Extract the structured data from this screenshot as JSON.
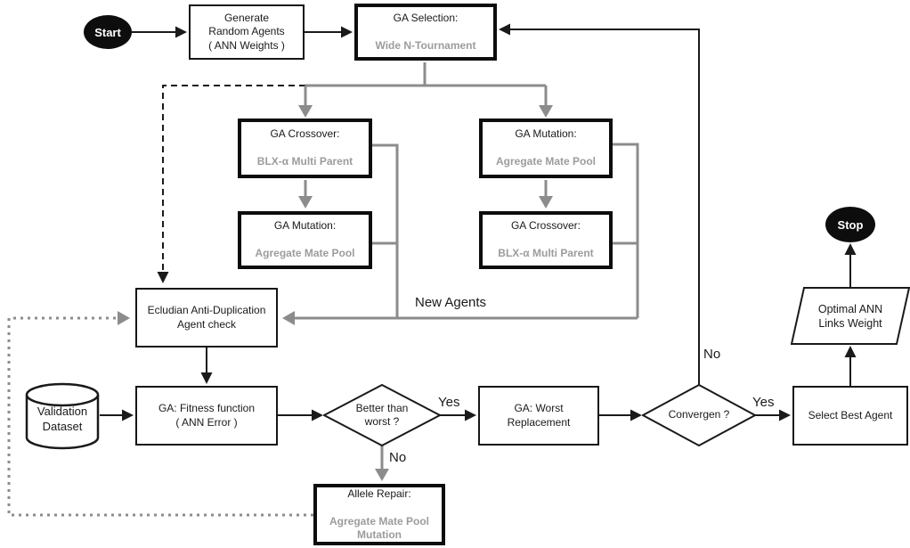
{
  "diagram": {
    "type": "flowchart",
    "title": "GA training of ANN weights"
  },
  "colors": {
    "line_black": "#1a1a1a",
    "line_gray": "#8c8c8c",
    "subtitle_gray": "#9c9c9c",
    "node_fill": "#ffffff",
    "terminal_fill": "#0d0d0d",
    "terminal_text": "#ffffff"
  },
  "nodes": {
    "start": {
      "label": "Start",
      "shape": "terminal"
    },
    "generate": {
      "label": "Generate\nRandom Agents\n( ANN Weights )",
      "shape": "process"
    },
    "ga_selection": {
      "title": "GA Selection:",
      "subtitle": "Wide N-Tournament",
      "shape": "process-bold"
    },
    "crossover_left": {
      "title": "GA Crossover:",
      "subtitle": "BLX-α Multi Parent",
      "shape": "process-bold"
    },
    "mutation_left": {
      "title": "GA Mutation:",
      "subtitle": "Agregate Mate Pool",
      "shape": "process-bold"
    },
    "mutation_right": {
      "title": "GA Mutation:",
      "subtitle": "Agregate Mate Pool",
      "shape": "process-bold"
    },
    "crossover_right": {
      "title": "GA Crossover:",
      "subtitle": "BLX-α Multi Parent",
      "shape": "process-bold"
    },
    "ecludian": {
      "label": "Ecludian Anti-Duplication\nAgent check",
      "shape": "process"
    },
    "validation": {
      "label": "Validation\nDataset",
      "shape": "database"
    },
    "fitness": {
      "label": "GA: Fitness function\n( ANN Error )",
      "shape": "process"
    },
    "better": {
      "label": "Better than\nworst ?",
      "shape": "decision"
    },
    "worst_replacement": {
      "label": "GA: Worst\nReplacement",
      "shape": "process"
    },
    "convergen": {
      "label": "Convergen ?",
      "shape": "decision"
    },
    "select_best": {
      "label": "Select Best Agent",
      "shape": "process"
    },
    "optimal": {
      "label": "Optimal ANN\nLinks Weight",
      "shape": "data"
    },
    "stop": {
      "label": "Stop",
      "shape": "terminal"
    },
    "allele": {
      "title": "Allele Repair:",
      "subtitle": "Agregate Mate Pool\nMutation",
      "shape": "process-bold"
    }
  },
  "edge_labels": {
    "new_agents": "New Agents",
    "better_yes": "Yes",
    "better_no": "No",
    "convergen_yes": "Yes",
    "convergen_no": "No"
  }
}
